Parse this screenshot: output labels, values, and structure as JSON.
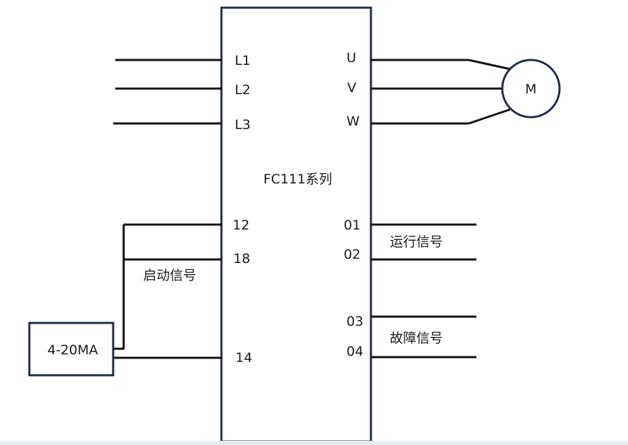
{
  "device": {
    "name": "FC111系列"
  },
  "inputs": {
    "l1": "L1",
    "l2": "L2",
    "l3": "L3"
  },
  "outputs": {
    "u": "U",
    "v": "V",
    "w": "W"
  },
  "motor": {
    "label": "M"
  },
  "terminals": {
    "t12": "12",
    "t18": "18",
    "t14": "14",
    "t01": "01",
    "t02": "02",
    "t03": "03",
    "t04": "04"
  },
  "signals": {
    "start": "启动信号",
    "running": "运行信号",
    "fault": "故障信号"
  },
  "source": {
    "label": "4-20MA"
  }
}
